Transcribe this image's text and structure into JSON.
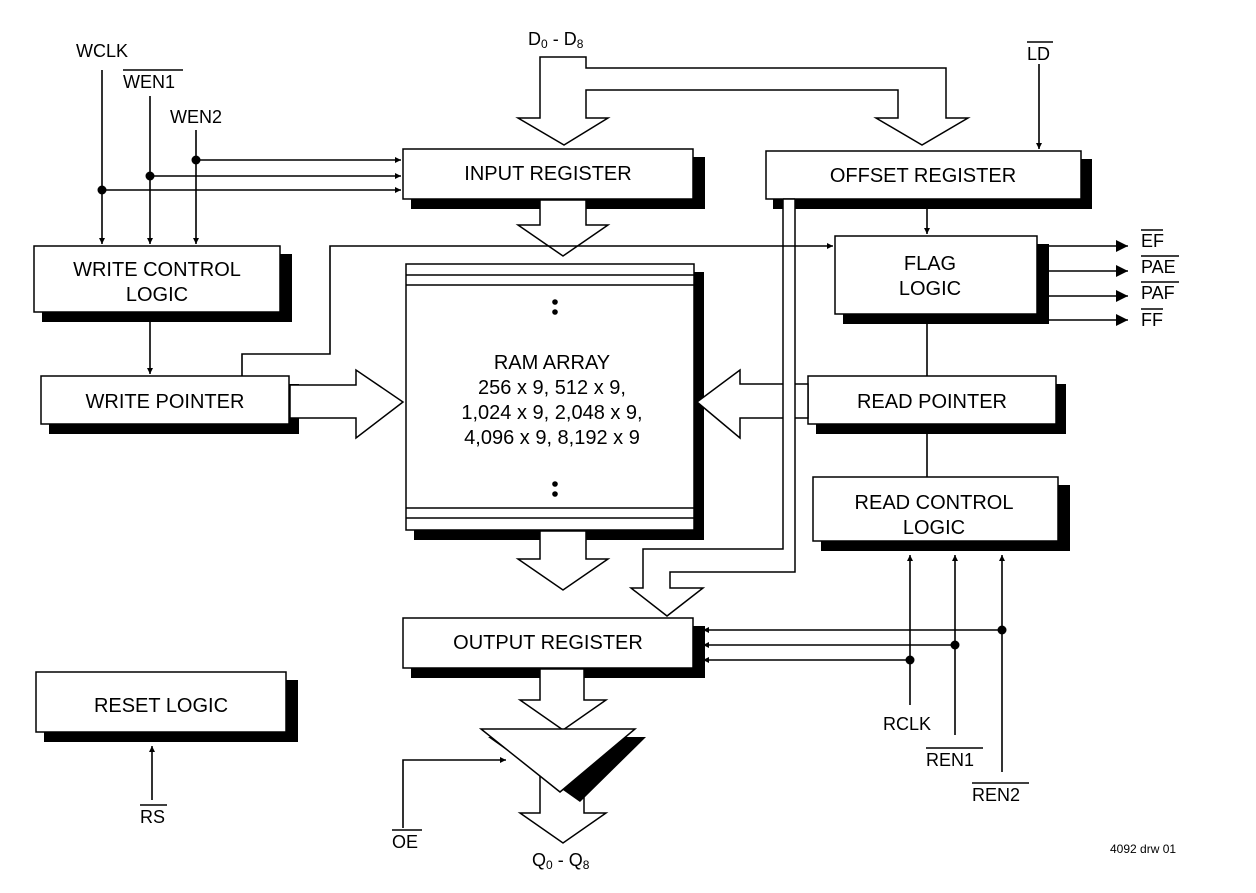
{
  "blocks": {
    "input_register": "INPUT REGISTER",
    "offset_register": "OFFSET REGISTER",
    "write_control": [
      "WRITE CONTROL",
      "LOGIC"
    ],
    "flag_logic": [
      "FLAG",
      "LOGIC"
    ],
    "ram_array": [
      "RAM ARRAY",
      "256 x 9, 512 x 9,",
      "1,024 x 9, 2,048 x 9,",
      "4,096 x 9, 8,192 x 9"
    ],
    "write_pointer": "WRITE POINTER",
    "read_pointer": "READ POINTER",
    "read_control": [
      "READ CONTROL",
      "LOGIC"
    ],
    "output_register": "OUTPUT REGISTER",
    "reset_logic": "RESET LOGIC"
  },
  "signals": {
    "wclk": "WCLK",
    "wen1": "WEN1",
    "wen2": "WEN2",
    "data_in": {
      "base": "D",
      "sub_from": "0",
      "sep": " - ",
      "sub_to": "8"
    },
    "ld": "LD",
    "ef": "EF",
    "pae": "PAE",
    "paf": "PAF",
    "ff": "FF",
    "rclk": "RCLK",
    "ren1": "REN1",
    "ren2": "REN2",
    "rs": "RS",
    "oe": "OE",
    "data_out": {
      "base": "Q",
      "sub_from": "0",
      "sep": " - ",
      "sub_to": "8"
    }
  },
  "footer": {
    "drawing_id": "4092 drw 01"
  }
}
